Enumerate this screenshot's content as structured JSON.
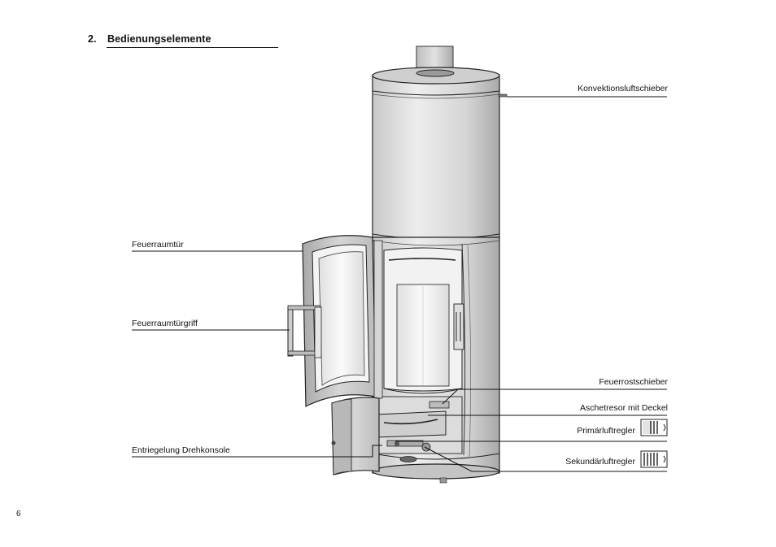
{
  "section": {
    "number": "2.",
    "title": "Bedienungselemente"
  },
  "labels": {
    "konvektion": "Konvektionsluftschieber",
    "feuerraumtuer": "Feuerraumtür",
    "feuerraumtuergriff": "Feuerraumtürgriff",
    "entriegelung": "Entriegelung Drehkonsole",
    "feuerrostschieber": "Feuerrostschieber",
    "aschetresor": "Aschetresor mit Deckel",
    "primaer": "Primärluftregler",
    "sekundaer": "Sekundärluftregler"
  },
  "page_number": "6"
}
